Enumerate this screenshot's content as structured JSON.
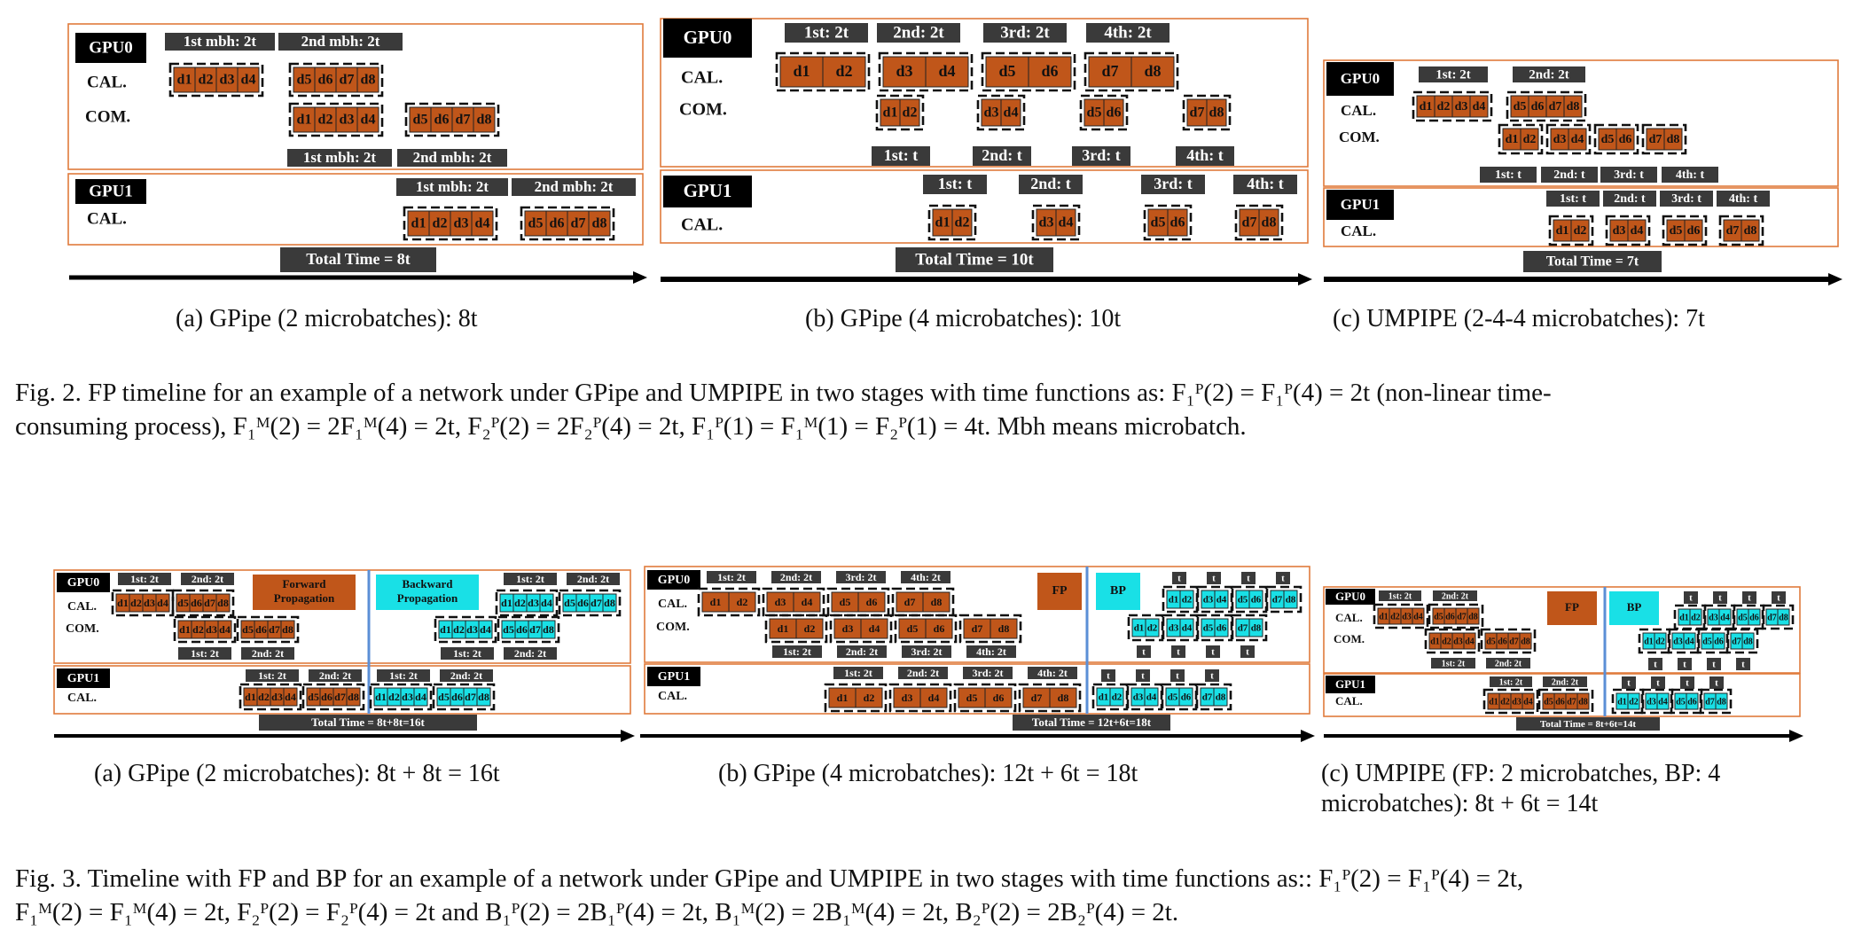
{
  "fig2": {
    "panels": [
      {
        "caption": "(a)  GPipe (2 microbatches): 8t",
        "gpu0": "GPU0",
        "gpu1": "GPU1",
        "cal": "CAL.",
        "com": "COM.",
        "labels_top": [
          "1st mbh: 2t",
          "2nd mbh: 2t"
        ],
        "labels_mid": [
          "1st mbh: 2t",
          "2nd mbh: 2t"
        ],
        "labels_gpu1": [
          "1st mbh: 2t",
          "2nd mbh: 2t"
        ],
        "blocks_a": [
          "d1",
          "d2",
          "d3",
          "d4"
        ],
        "blocks_b": [
          "d5",
          "d6",
          "d7",
          "d8"
        ],
        "total": "Total Time = 8t"
      },
      {
        "caption": "(b)  GPipe (4 microbatches): 10t",
        "gpu0": "GPU0",
        "gpu1": "GPU1",
        "cal": "CAL.",
        "com": "COM.",
        "labels_top": [
          "1st: 2t",
          "2nd: 2t",
          "3rd: 2t",
          "4th: 2t"
        ],
        "labels_mid": [
          "1st: t",
          "2nd: t",
          "3rd: t",
          "4th: t"
        ],
        "labels_gpu1": [
          "1st: t",
          "2nd: t",
          "3rd: t",
          "4th: t"
        ],
        "pairs": [
          [
            "d1",
            "d2"
          ],
          [
            "d3",
            "d4"
          ],
          [
            "d5",
            "d6"
          ],
          [
            "d7",
            "d8"
          ]
        ],
        "total": "Total Time = 10t"
      },
      {
        "caption": "(c)  UMPIPE (2-4-4 microbatches): 7t",
        "gpu0": "GPU0",
        "gpu1": "GPU1",
        "cal": "CAL.",
        "com": "COM.",
        "labels_top": [
          "1st: 2t",
          "2nd: 2t"
        ],
        "labels_mid": [
          "1st: t",
          "2nd: t",
          "3rd: t",
          "4th: t"
        ],
        "labels_gpu1": [
          "1st: t",
          "2nd: t",
          "3rd: t",
          "4th: t"
        ],
        "total": "Total Time = 7t"
      }
    ],
    "caption_line1": "Fig. 2.    FP timeline for an example of a network under GPipe and UMPIPE in two stages with time functions as: F₁ᴾ(2) = F₁ᴾ(4) = 2t (non-linear time-",
    "caption_line2": "consuming process), F₁ᴹ(2) = 2F₁ᴹ(4) = 2t, F₂ᴾ(2) = 2F₂ᴾ(4) = 2t, F₁ᴾ(1) = F₁ᴹ(1) = F₂ᴾ(1) = 4t. Mbh means microbatch."
  },
  "fig3": {
    "panels": [
      {
        "caption": "(a)  GPipe (2 microbatches): 8t + 8t = 16t",
        "fp_label": "Forward Propagation",
        "bp_label": "Backward Propagation",
        "labels_top": [
          "1st: 2t",
          "2nd: 2t"
        ],
        "total": "Total Time = 8t+8t=16t"
      },
      {
        "caption": "(b)  GPipe (4 microbatches): 12t + 6t = 18t",
        "fp_label": "FP",
        "bp_label": "BP",
        "labels_top": [
          "1st: 2t",
          "2nd: 2t",
          "3rd: 2t",
          "4th: 2t"
        ],
        "total": "Total Time = 12t+6t=18t"
      },
      {
        "caption_line1": "(c)  UMPIPE (FP: 2 microbatches, BP: 4",
        "caption_line2": "microbatches): 8t + 6t = 14t",
        "fp_label": "FP",
        "bp_label": "BP",
        "labels_top": [
          "1st: 2t",
          "2nd: 2t"
        ],
        "total": "Total Time = 8t+6t=14t"
      }
    ],
    "caption_line1": "Fig. 3.    Timeline with FP and BP for an example of a network under GPipe and UMPIPE in two stages with time functions as:: F₁ᴾ(2) = F₁ᴾ(4) = 2t,",
    "caption_line2": "F₁ᴹ(2) = F₁ᴹ(4) = 2t, F₂ᴾ(2) = F₂ᴾ(4) = 2t and B₁ᴾ(2) = 2B₁ᴾ(4) = 2t, B₁ᴹ(2) = 2B₁ᴹ(4) = 2t, B₂ᴾ(2) = 2B₂ᴾ(4) = 2t."
  },
  "colors": {
    "fp_block": "#c0561a",
    "bp_block": "#19e0e6",
    "frame": "#e07b3c",
    "label_bg": "#3a3a3a",
    "divider": "#5b8fd6"
  },
  "common": {
    "gpu0": "GPU0",
    "gpu1": "GPU1",
    "cal": "CAL.",
    "com": "COM.",
    "t_label": "t"
  }
}
